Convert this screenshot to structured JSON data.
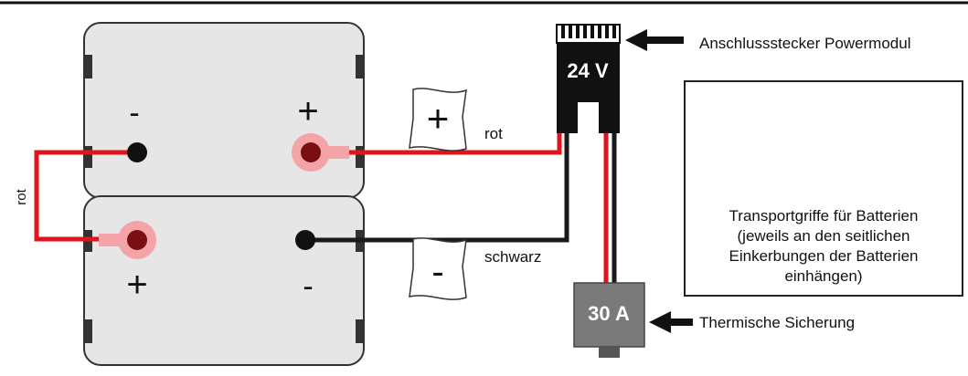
{
  "top_label": "Anschlussstecker Powermodul",
  "connector_voltage": "24 V",
  "fuse_rating": "30 A",
  "fuse_label": "Thermische Sicherung",
  "battery_top": {
    "terminal_left": "-",
    "terminal_right": "+"
  },
  "battery_bottom": {
    "terminal_left": "+",
    "terminal_right": "-"
  },
  "flag_plus": "+",
  "flag_minus": "-",
  "wire_red_label": "rot",
  "wire_black_label": "schwarz",
  "wire_bridge_label": "rot",
  "photo_caption": [
    "Transportgriffe für Batterien",
    "(jeweils an den seitlichen",
    "Einkerbungen der Batterien",
    "einhängen)"
  ],
  "colors": {
    "wire_red": "#e0141c",
    "wire_black": "#1a1a1a",
    "battery_fill": "#e6e6e6",
    "fuse_fill": "#7a7a7a"
  }
}
